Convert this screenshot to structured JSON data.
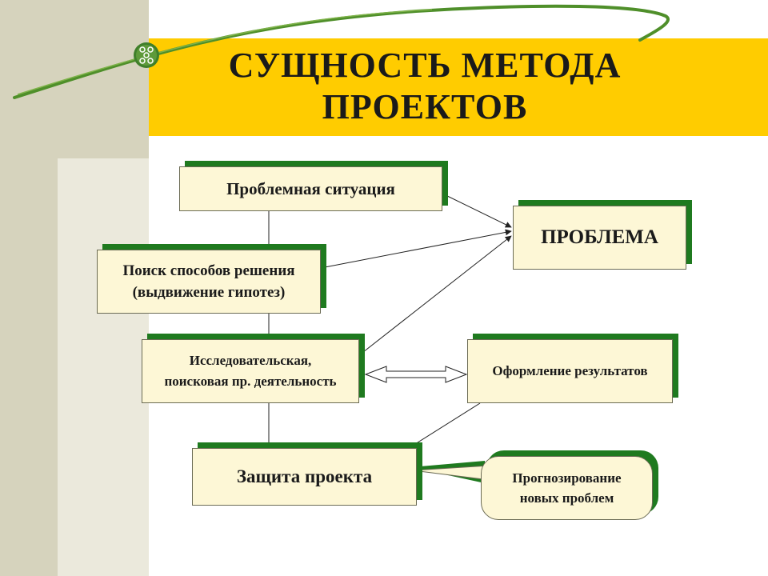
{
  "slide": {
    "title_line1": "СУЩНОСТЬ МЕТОДА",
    "title_line2": "ПРОЕКТОВ"
  },
  "nodes": {
    "problem_situation": "Проблемная ситуация",
    "search_solutions_line1": "Поиск способов решения",
    "search_solutions_line2": "(выдвижение гипотез)",
    "research_line1": "Исследовательская,",
    "research_line2": "поисковая пр. деятельность",
    "defense": "Защита проекта",
    "problem": "ПРОБЛЕМА",
    "results": "Оформление результатов",
    "forecast_line1": "Прогнозирование",
    "forecast_line2": "новых проблем"
  },
  "colors": {
    "title_bar": "#ffcc00",
    "box_fill": "#fdf7d6",
    "box_shadow": "#1f7a1f",
    "left_stripe": "#d6d3bd",
    "swoosh": "#4f8f2a"
  },
  "icons": {
    "logo": "flower-pattern-icon"
  }
}
